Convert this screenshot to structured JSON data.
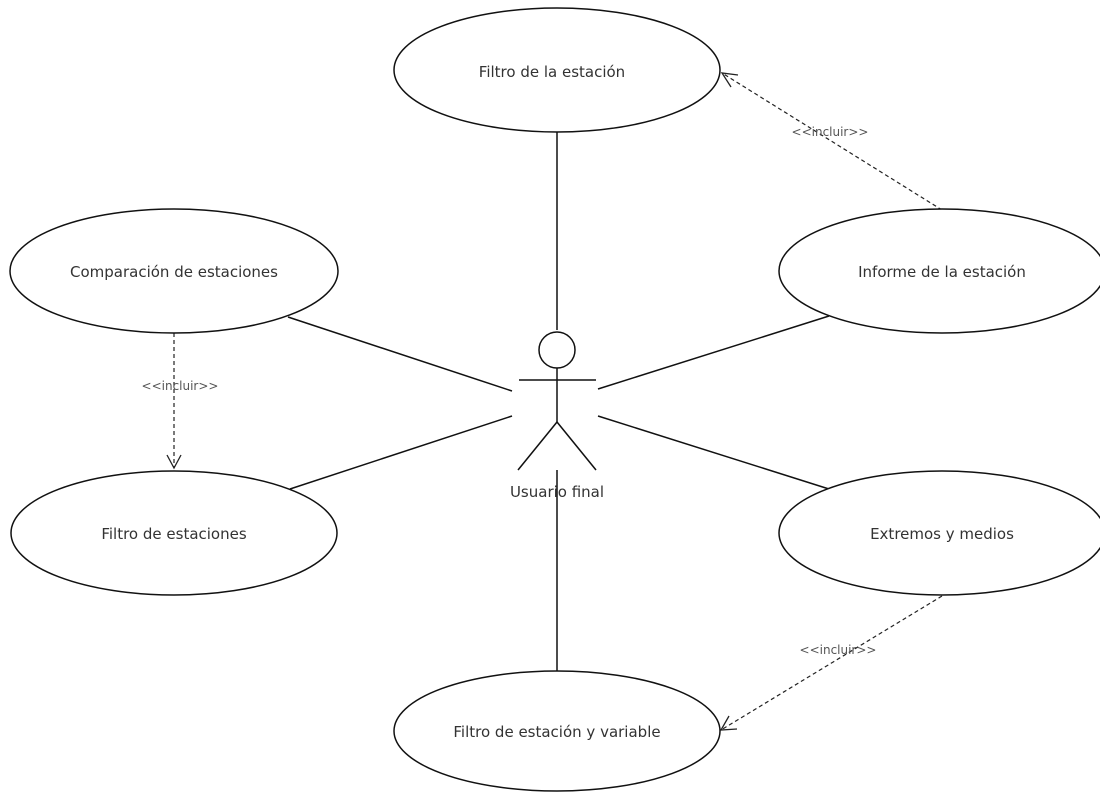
{
  "actor": {
    "name": "Usuario final"
  },
  "use_cases": {
    "filtro_estacion": "Filtro de la estación",
    "comparacion": "Comparación de estaciones",
    "informe": "Informe de la estación",
    "filtro_estaciones": "Filtro de estaciones",
    "extremos": "Extremos y medios",
    "filtro_variable": "Filtro de estación y variable"
  },
  "relations": {
    "include_informe": "<<incluir>>",
    "include_comparacion": "<<incluir>>",
    "include_extremos": "<<incluir>>"
  }
}
